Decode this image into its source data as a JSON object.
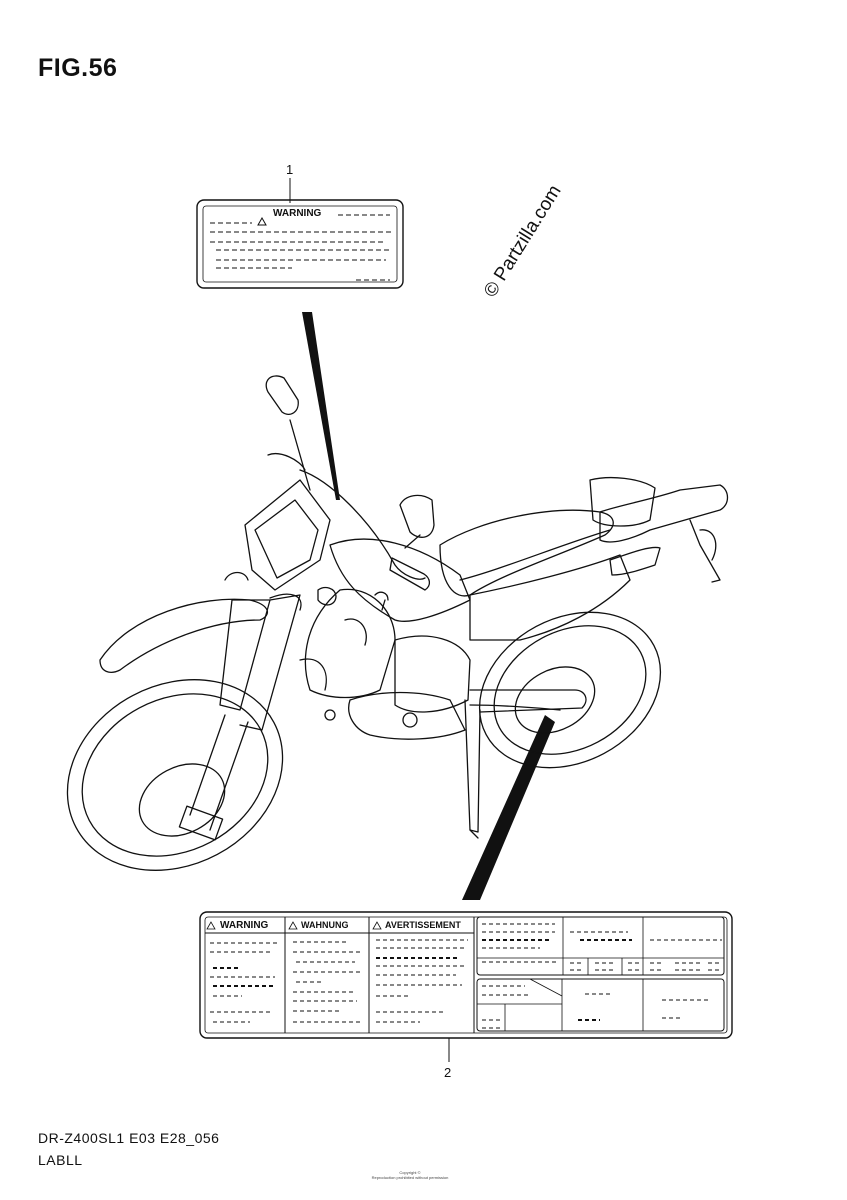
{
  "figure": {
    "title": "FIG.56",
    "watermark": "© Partzilla.com"
  },
  "callouts": [
    {
      "number": "1"
    },
    {
      "number": "2"
    }
  ],
  "label1": {
    "heading": "WARNING"
  },
  "label2": {
    "headings": [
      "WARNING",
      "WAHNUNG",
      "AVERTISSEMENT"
    ]
  },
  "footer": {
    "model_code": "DR-Z400SL1 E03 E28_056",
    "section": "LABLL",
    "copyright_lines": [
      "Copyright ©",
      "Reproduction prohibited without permission"
    ]
  },
  "icons": [
    "warning-triangle-icon"
  ]
}
